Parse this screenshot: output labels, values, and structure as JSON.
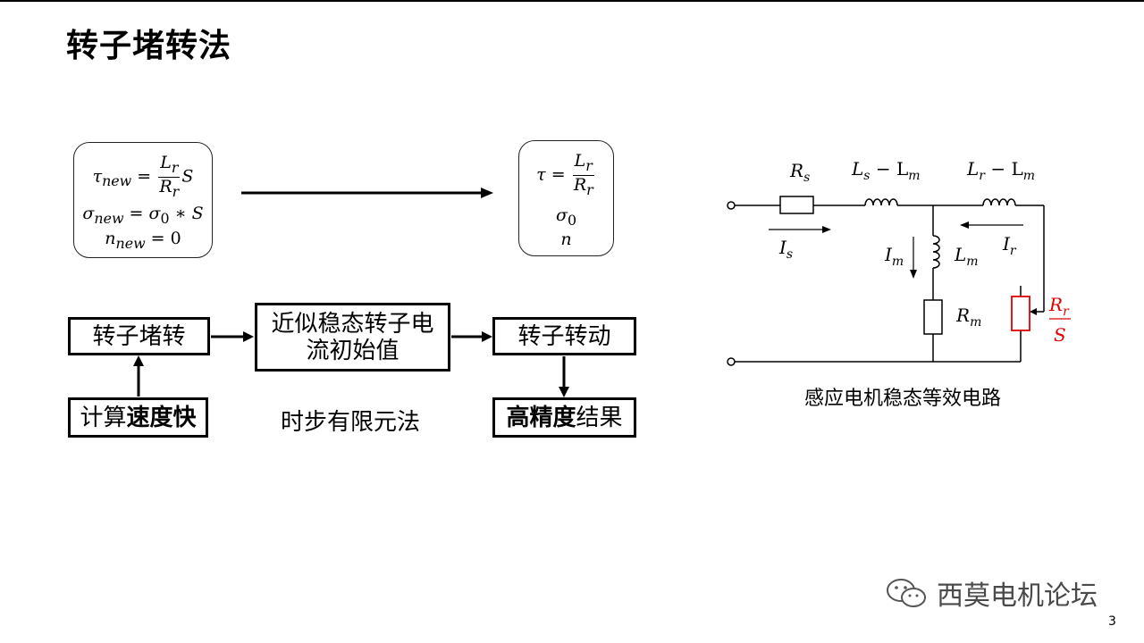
{
  "slide": {
    "title": "转子堵转法",
    "page_number": "3"
  },
  "formula_left": {
    "tau_lhs": "τ",
    "tau_sub": "new",
    "frac_num": "L",
    "frac_num_sub": "r",
    "frac_den": "R",
    "frac_den_sub": "r",
    "tau_tail": "S",
    "sigma_lhs": "σ",
    "sigma_sub": "new",
    "sigma_rhs": "σ",
    "sigma_rhs_sub": "0",
    "sigma_tail": "∗ S",
    "n_lhs": "n",
    "n_sub": "new",
    "n_rhs": "0"
  },
  "formula_right": {
    "tau_lhs": "τ",
    "frac_num": "L",
    "frac_num_sub": "r",
    "frac_den": "R",
    "frac_den_sub": "r",
    "sigma": "σ",
    "sigma_sub": "0",
    "n": "n"
  },
  "flow": {
    "box1": "转子堵转",
    "box2_line1": "近似稳态转子电",
    "box2_line2": "流初始值",
    "box3": "转子转动",
    "box4_normal": "计算",
    "box4_bold": "速度快",
    "box5_bold": "高精度",
    "box5_normal": "结果",
    "middle_label": "时步有限元法"
  },
  "circuit": {
    "caption": "感应电机稳态等效电路",
    "labels": {
      "Rs": "R",
      "Rs_sub": "s",
      "LsLm": "L",
      "LsLm_sub": "s",
      "LsLm_minus": " − L",
      "LsLm_sub2": "m",
      "LrLm": "L",
      "LrLm_sub": "r",
      "LrLm_minus": " − L",
      "LrLm_sub2": "m",
      "Is": "I",
      "Is_sub": "s",
      "Im": "I",
      "Im_sub": "m",
      "Lm": "L",
      "Lm_sub": "m",
      "Ir": "I",
      "Ir_sub": "r",
      "Rm": "R",
      "Rm_sub": "m",
      "RrS_num": "R",
      "RrS_num_sub": "r",
      "RrS_den": "S"
    },
    "accent_color": "#e00000"
  },
  "watermark": {
    "text": "西莫电机论坛"
  }
}
